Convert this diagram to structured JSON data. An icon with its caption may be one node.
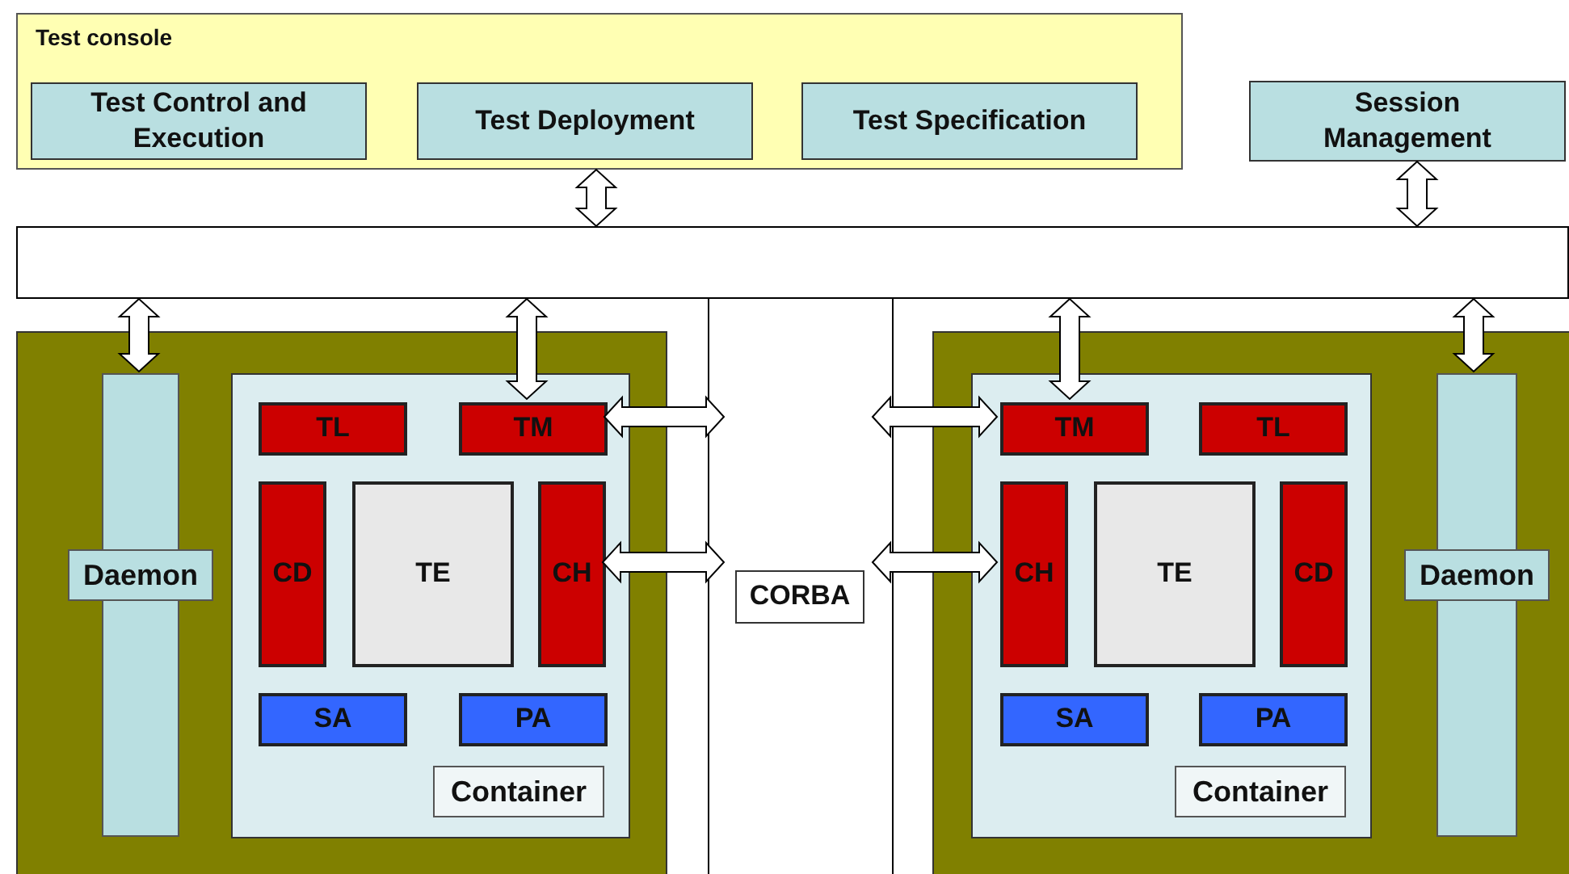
{
  "diagram": {
    "nodes": [
      {
        "text": [
          "Test console"
        ]
      },
      {
        "text": [
          "Test Control and Execution"
        ],
        "in": 0
      },
      {
        "text": [
          "Test Deployment"
        ],
        "in": 0
      },
      {
        "text": [
          "Test Specification"
        ],
        "in": 0
      },
      {
        "text": [
          "Session Management"
        ]
      },
      {
        "text": [],
        "shape": "bar"
      },
      {
        "text": [],
        "shape": "box"
      },
      {
        "text": [
          "Daemon"
        ],
        "in": 6
      },
      {
        "text": [
          "Container"
        ],
        "in": 6
      },
      {
        "text": [
          "TL"
        ],
        "in": 8
      },
      {
        "text": [
          "TM"
        ],
        "in": 8
      },
      {
        "text": [
          "CD"
        ],
        "in": 8
      },
      {
        "text": [
          "TE"
        ],
        "in": 8
      },
      {
        "text": [
          "CH"
        ],
        "in": 8
      },
      {
        "text": [
          "SA"
        ],
        "in": 8
      },
      {
        "text": [
          "PA"
        ],
        "in": 8
      },
      {
        "text": [
          "CORBA"
        ]
      },
      {
        "text": [],
        "shape": "box"
      },
      {
        "text": [
          "Container"
        ],
        "in": 17
      },
      {
        "text": [
          "TM"
        ],
        "in": 18
      },
      {
        "text": [
          "TL"
        ],
        "in": 18
      },
      {
        "text": [
          "CH"
        ],
        "in": 18
      },
      {
        "text": [
          "TE"
        ],
        "in": 18
      },
      {
        "text": [
          "CD"
        ],
        "in": 18
      },
      {
        "text": [
          "SA"
        ],
        "in": 18
      },
      {
        "text": [
          "PA"
        ],
        "in": 18
      },
      {
        "text": [
          "Daemon"
        ],
        "in": 17
      }
    ],
    "edges": [
      {
        "from": 0,
        "to": 5,
        "arrow": "both"
      },
      {
        "from": 4,
        "to": 5,
        "arrow": "both"
      },
      {
        "from": 5,
        "to": 7,
        "arrow": "both"
      },
      {
        "from": 5,
        "to": 10,
        "arrow": "both"
      },
      {
        "from": 10,
        "to": null,
        "arrow": "both"
      },
      {
        "from": 13,
        "to": null,
        "arrow": "both"
      },
      {
        "from": null,
        "to": 19,
        "arrow": "both"
      },
      {
        "from": null,
        "to": 21,
        "arrow": "both"
      },
      {
        "from": 5,
        "to": 19,
        "arrow": "both"
      },
      {
        "from": 5,
        "to": 26,
        "arrow": "both"
      }
    ]
  }
}
